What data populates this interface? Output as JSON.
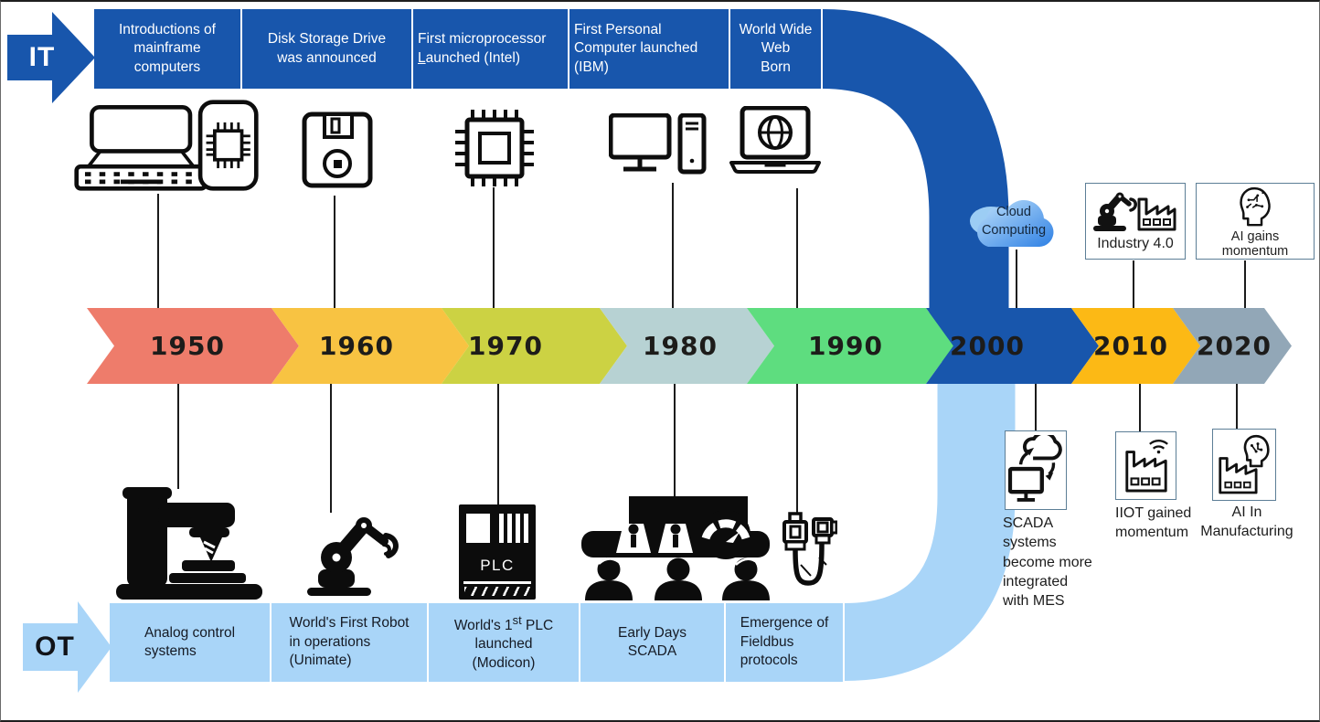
{
  "palette": {
    "it_blue": "#1856ac",
    "ot_light_blue": "#a9d5f8",
    "chevron_1950": "#ee7c6b",
    "chevron_1960": "#f8c342",
    "chevron_1970": "#ccd243",
    "chevron_1980": "#b7d2d3",
    "chevron_1990": "#5edd7f",
    "chevron_2000": "#1856ac",
    "chevron_2010": "#fcb915",
    "chevron_2020": "#92a7b7"
  },
  "it_track": {
    "label": "IT",
    "milestones": [
      {
        "label": "Introductions of\nmainframe\ncomputers",
        "icon": "mainframe-and-chip-icon"
      },
      {
        "label": "Disk Storage Drive\nwas announced",
        "icon": "floppy-disk-icon"
      },
      {
        "label_pre": "First microprocessor\n",
        "label_underlined": "L",
        "label_post": "aunched (Intel)",
        "icon": "microprocessor-icon"
      },
      {
        "label": "First Personal\nComputer launched\n(IBM)",
        "icon": "desktop-pc-icon"
      },
      {
        "label": "World Wide\nWeb\nBorn",
        "icon": "laptop-globe-icon"
      }
    ]
  },
  "timeline": {
    "years": [
      "1950",
      "1960",
      "1970",
      "1980",
      "1990",
      "2000",
      "2010",
      "2020"
    ]
  },
  "ot_track": {
    "label": "OT",
    "milestones": [
      {
        "label": "Analog control\nsystems",
        "icon": "milling-machine-icon"
      },
      {
        "label": "World's First Robot\nin operations\n(Unimate)",
        "icon": "robot-arm-icon"
      },
      {
        "line1_pre": "World's 1",
        "line1_sup": "st",
        "line1_post": " PLC",
        "rest": "launched\n(Modicon)",
        "device_text": "PLC",
        "icon": "plc-icon"
      },
      {
        "label": "Early Days\nSCADA",
        "icon": "scada-control-room-icon"
      },
      {
        "label": "Emergence of\nFieldbus\nprotocols",
        "icon": "fieldbus-cable-icon"
      }
    ]
  },
  "right_top": {
    "cloud_label": "Cloud\nComputing",
    "industry_label": "Industry 4.0",
    "ai_label": "AI gains momentum"
  },
  "right_bottom": {
    "scada_mes_label": "SCADA\nsystems\nbecome more\nintegrated\nwith MES",
    "iiot_label": "IIOT gained\nmomentum",
    "ai_mfg_label": "AI In\nManufacturing"
  }
}
